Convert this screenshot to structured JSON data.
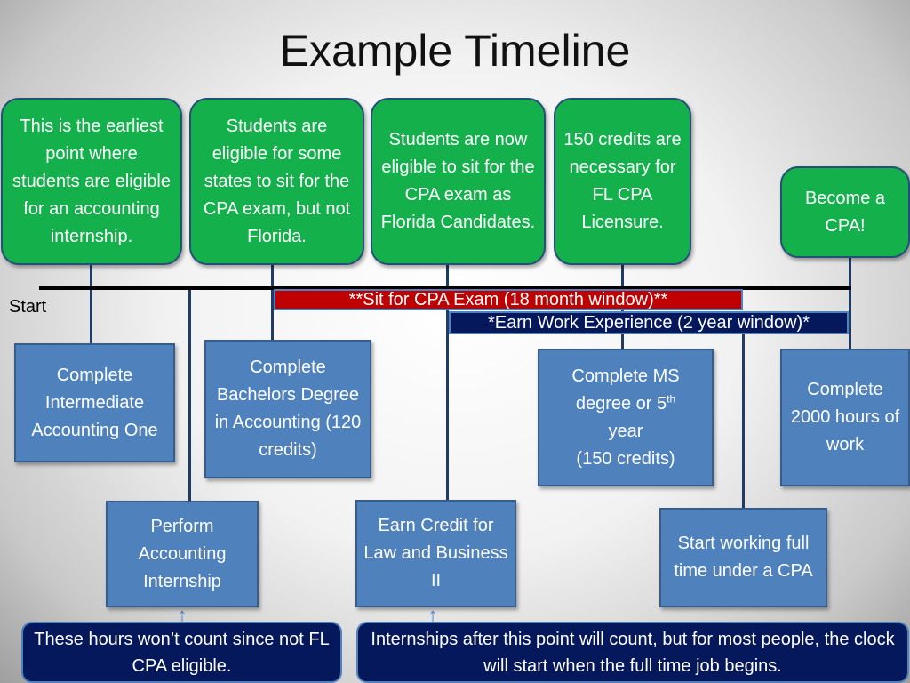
{
  "title": "Example Timeline",
  "start_label": "Start",
  "top_boxes": [
    {
      "text": "This is the earliest point where students are eligible for an accounting internship."
    },
    {
      "text": "Students are eligible for some states to sit for the CPA exam, but not Florida."
    },
    {
      "text": "Students are now eligible to sit for the CPA exam as Florida Candidates."
    },
    {
      "text": "150 credits are necessary for FL CPA Licensure."
    },
    {
      "text": "Become a CPA!"
    }
  ],
  "bars": {
    "exam": "**Sit for CPA Exam (18 month window)**",
    "experience": "*Earn Work Experience (2 year window)*"
  },
  "milestones": {
    "intermediate": "Complete Intermediate Accounting One",
    "bachelors": "Complete Bachelors Degree in Accounting (120 credits)",
    "ms_line1": "Complete MS degree or 5",
    "ms_sup": "th",
    "ms_line2": "year",
    "ms_line3": "(150 credits)",
    "hours": "Complete 2000 hours of work",
    "internship": "Perform Accounting Internship",
    "law": "Earn Credit for Law and Business II",
    "fulltime": "Start working full time under a CPA"
  },
  "notes": {
    "left": "These hours won’t count since not FL CPA eligible.",
    "right": "Internships after this point will count, but for most people, the clock will start when the full time job begins."
  },
  "colors": {
    "green": "#13b04b",
    "blue": "#4f81bd",
    "navy": "#06185c",
    "red": "#c00000"
  }
}
